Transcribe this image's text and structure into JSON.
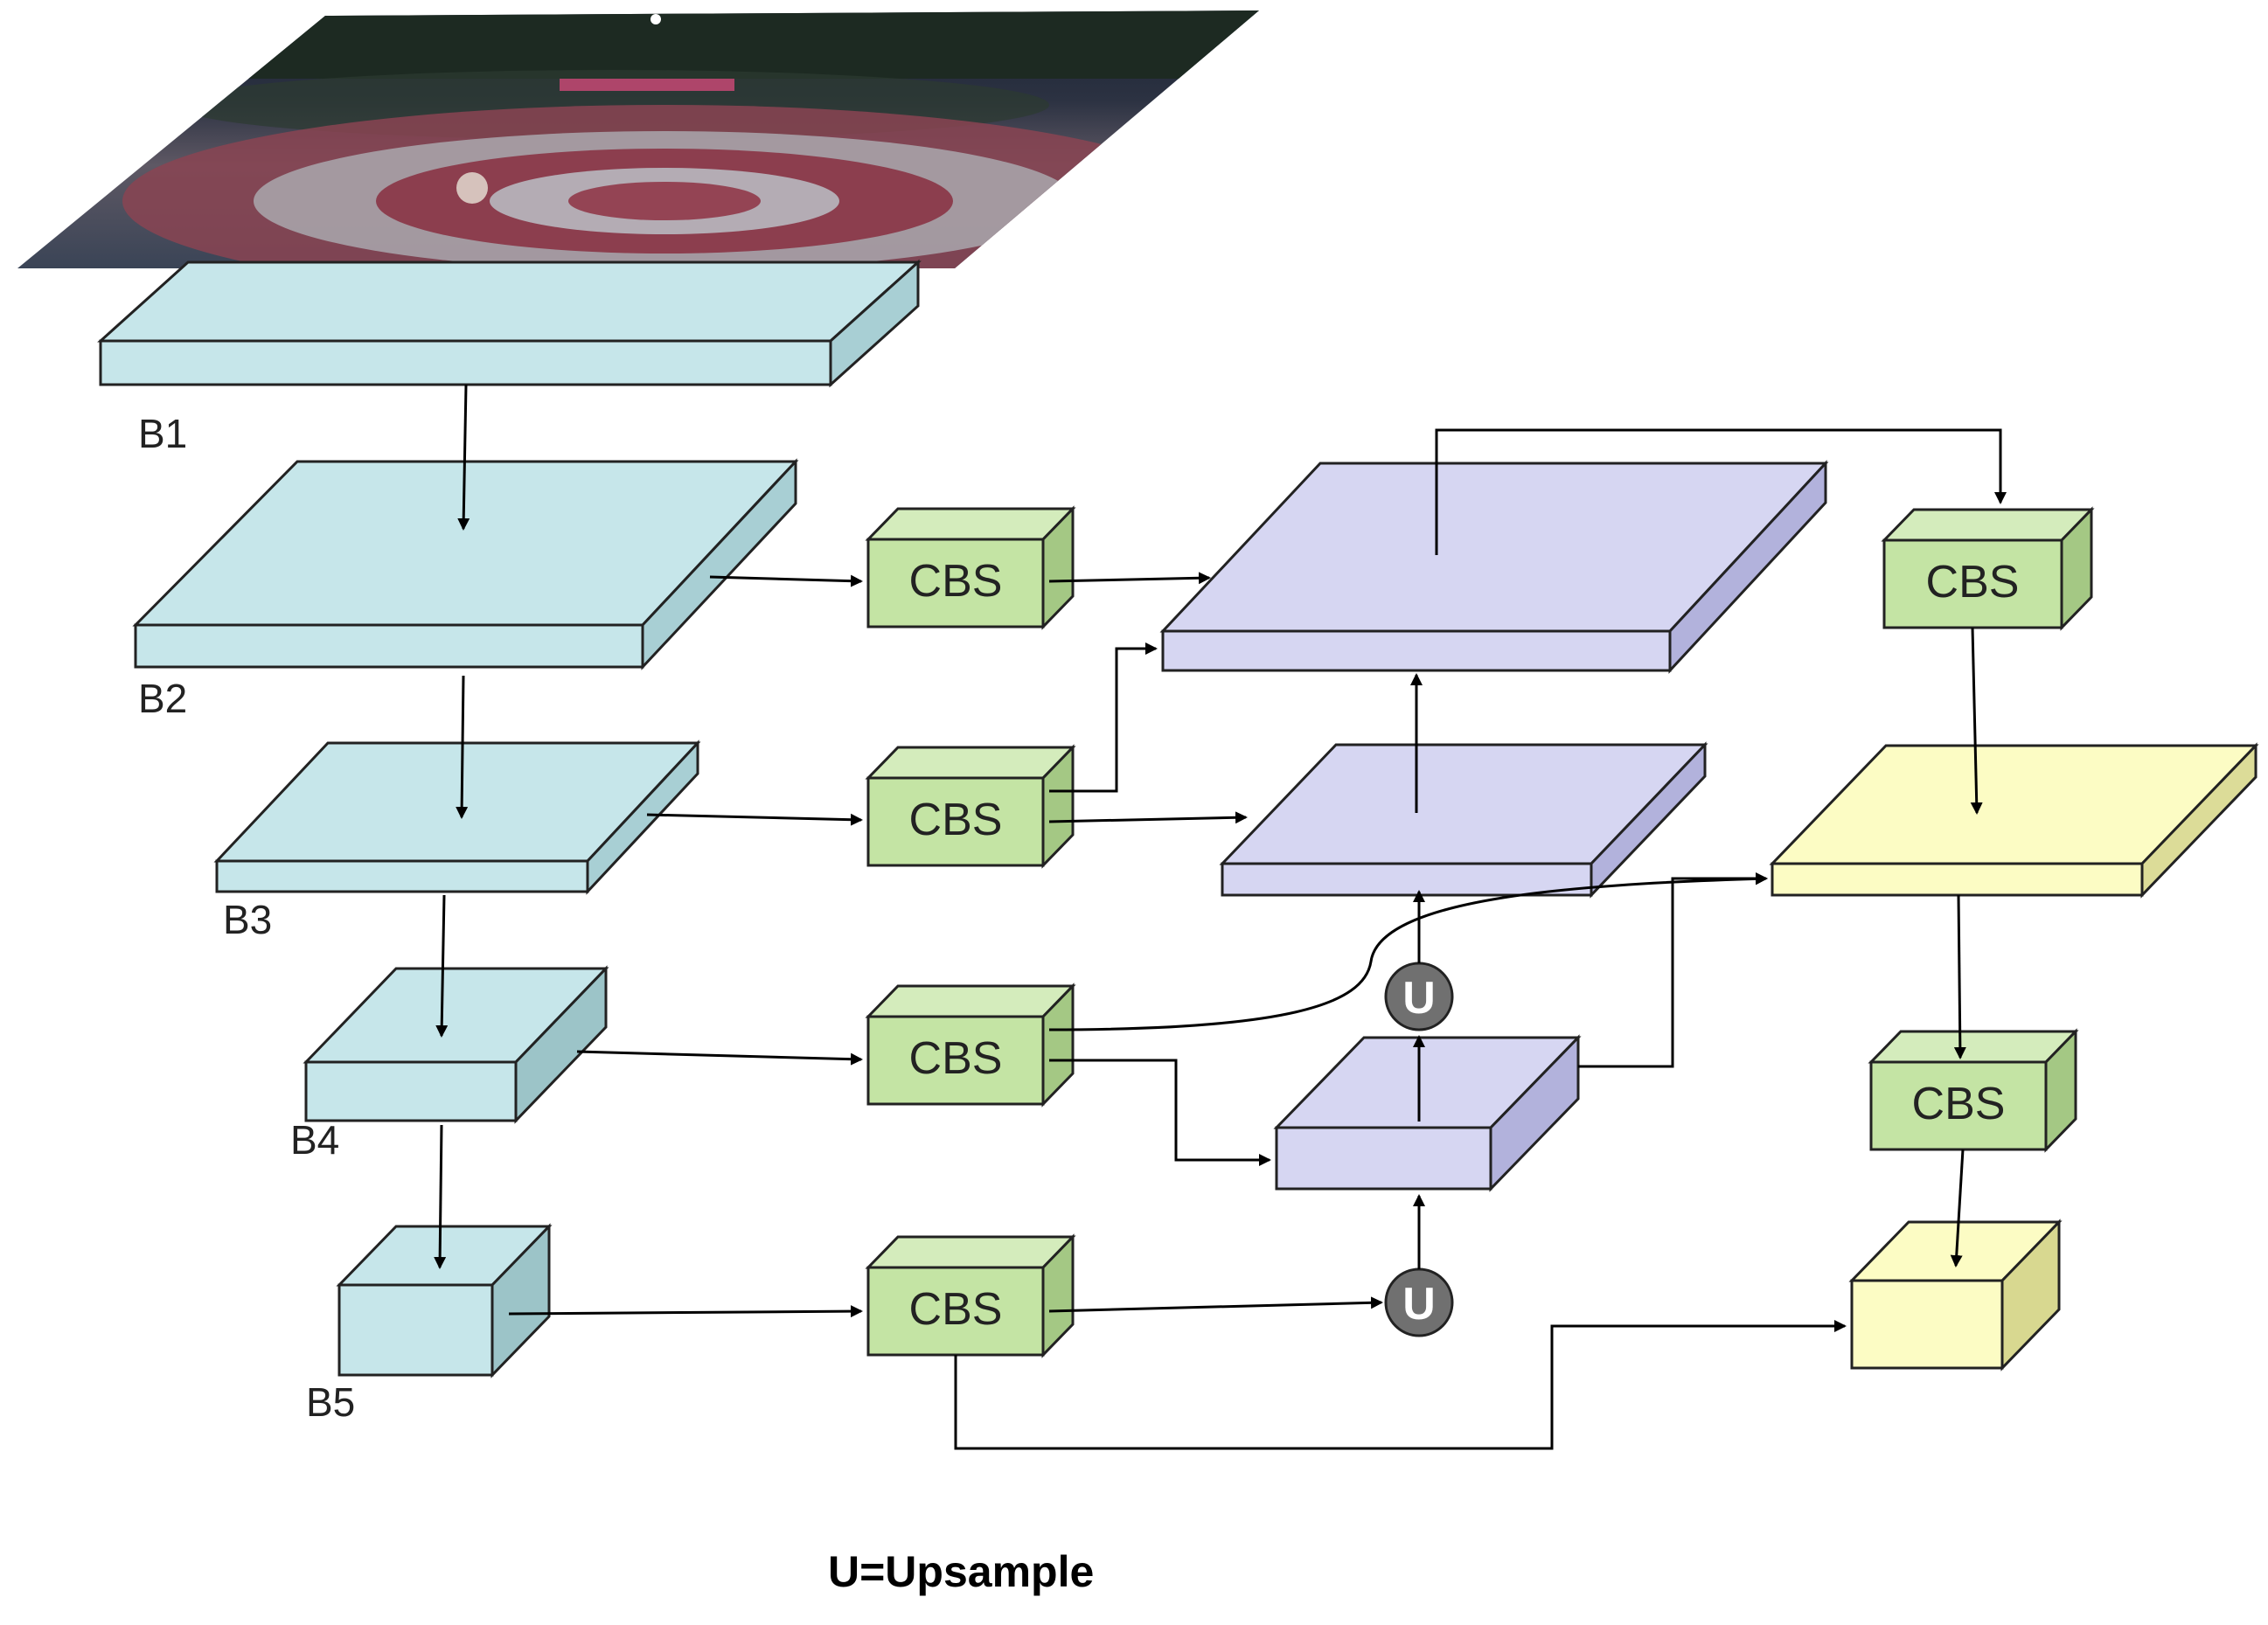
{
  "backbone_labels": {
    "b1": "B1",
    "b2": "B2",
    "b3": "B3",
    "b4": "B4",
    "b5": "B5"
  },
  "cbs_label": "CBS",
  "upsample_symbol": "U",
  "legend": "U=Upsample",
  "colors": {
    "backbone": "#c6e6ea",
    "neck_blue": "#d6d6f2",
    "head_yellow": "#fcfcc4",
    "cbs": "#c4e4a4",
    "upsample_circle": "#707070",
    "line": "#000000"
  },
  "input_image": {
    "icon": "aerial-crowd-photo"
  }
}
